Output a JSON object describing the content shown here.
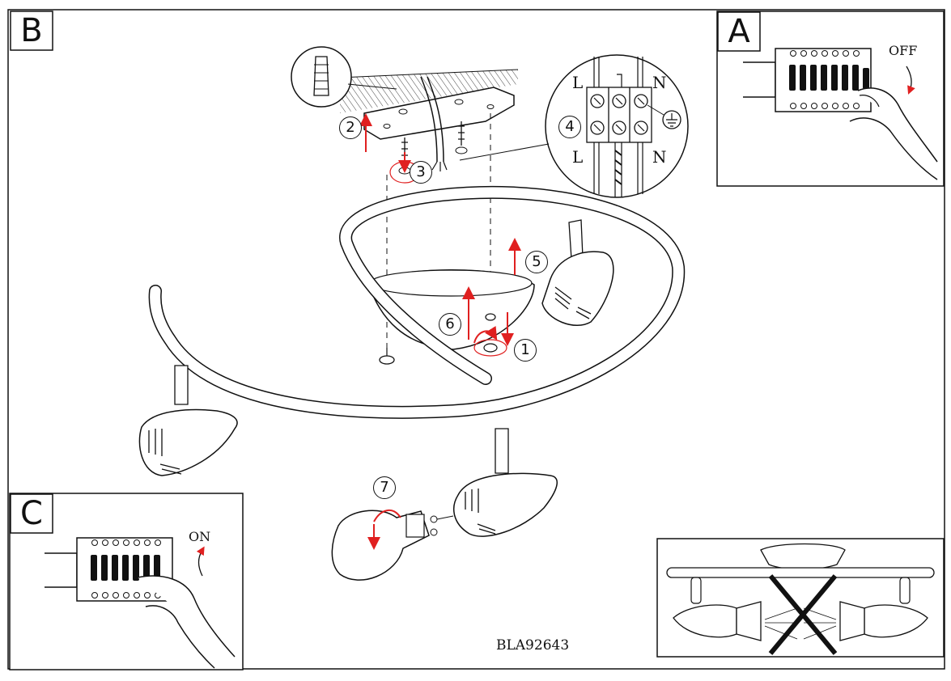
{
  "panels": {
    "b_label": "B",
    "a_label": "A",
    "c_label": "C"
  },
  "steps": [
    "1",
    "2",
    "3",
    "4",
    "5",
    "6",
    "7"
  ],
  "terminal_labels": {
    "l_top": "L",
    "n_top": "N",
    "l_bottom": "L",
    "n_bottom": "N"
  },
  "switch_off_label": "OFF",
  "switch_on_label": "ON",
  "model_code": "BLA92643",
  "colors": {
    "line": "#111111",
    "arrow": "#e02020",
    "background": "#ffffff"
  }
}
